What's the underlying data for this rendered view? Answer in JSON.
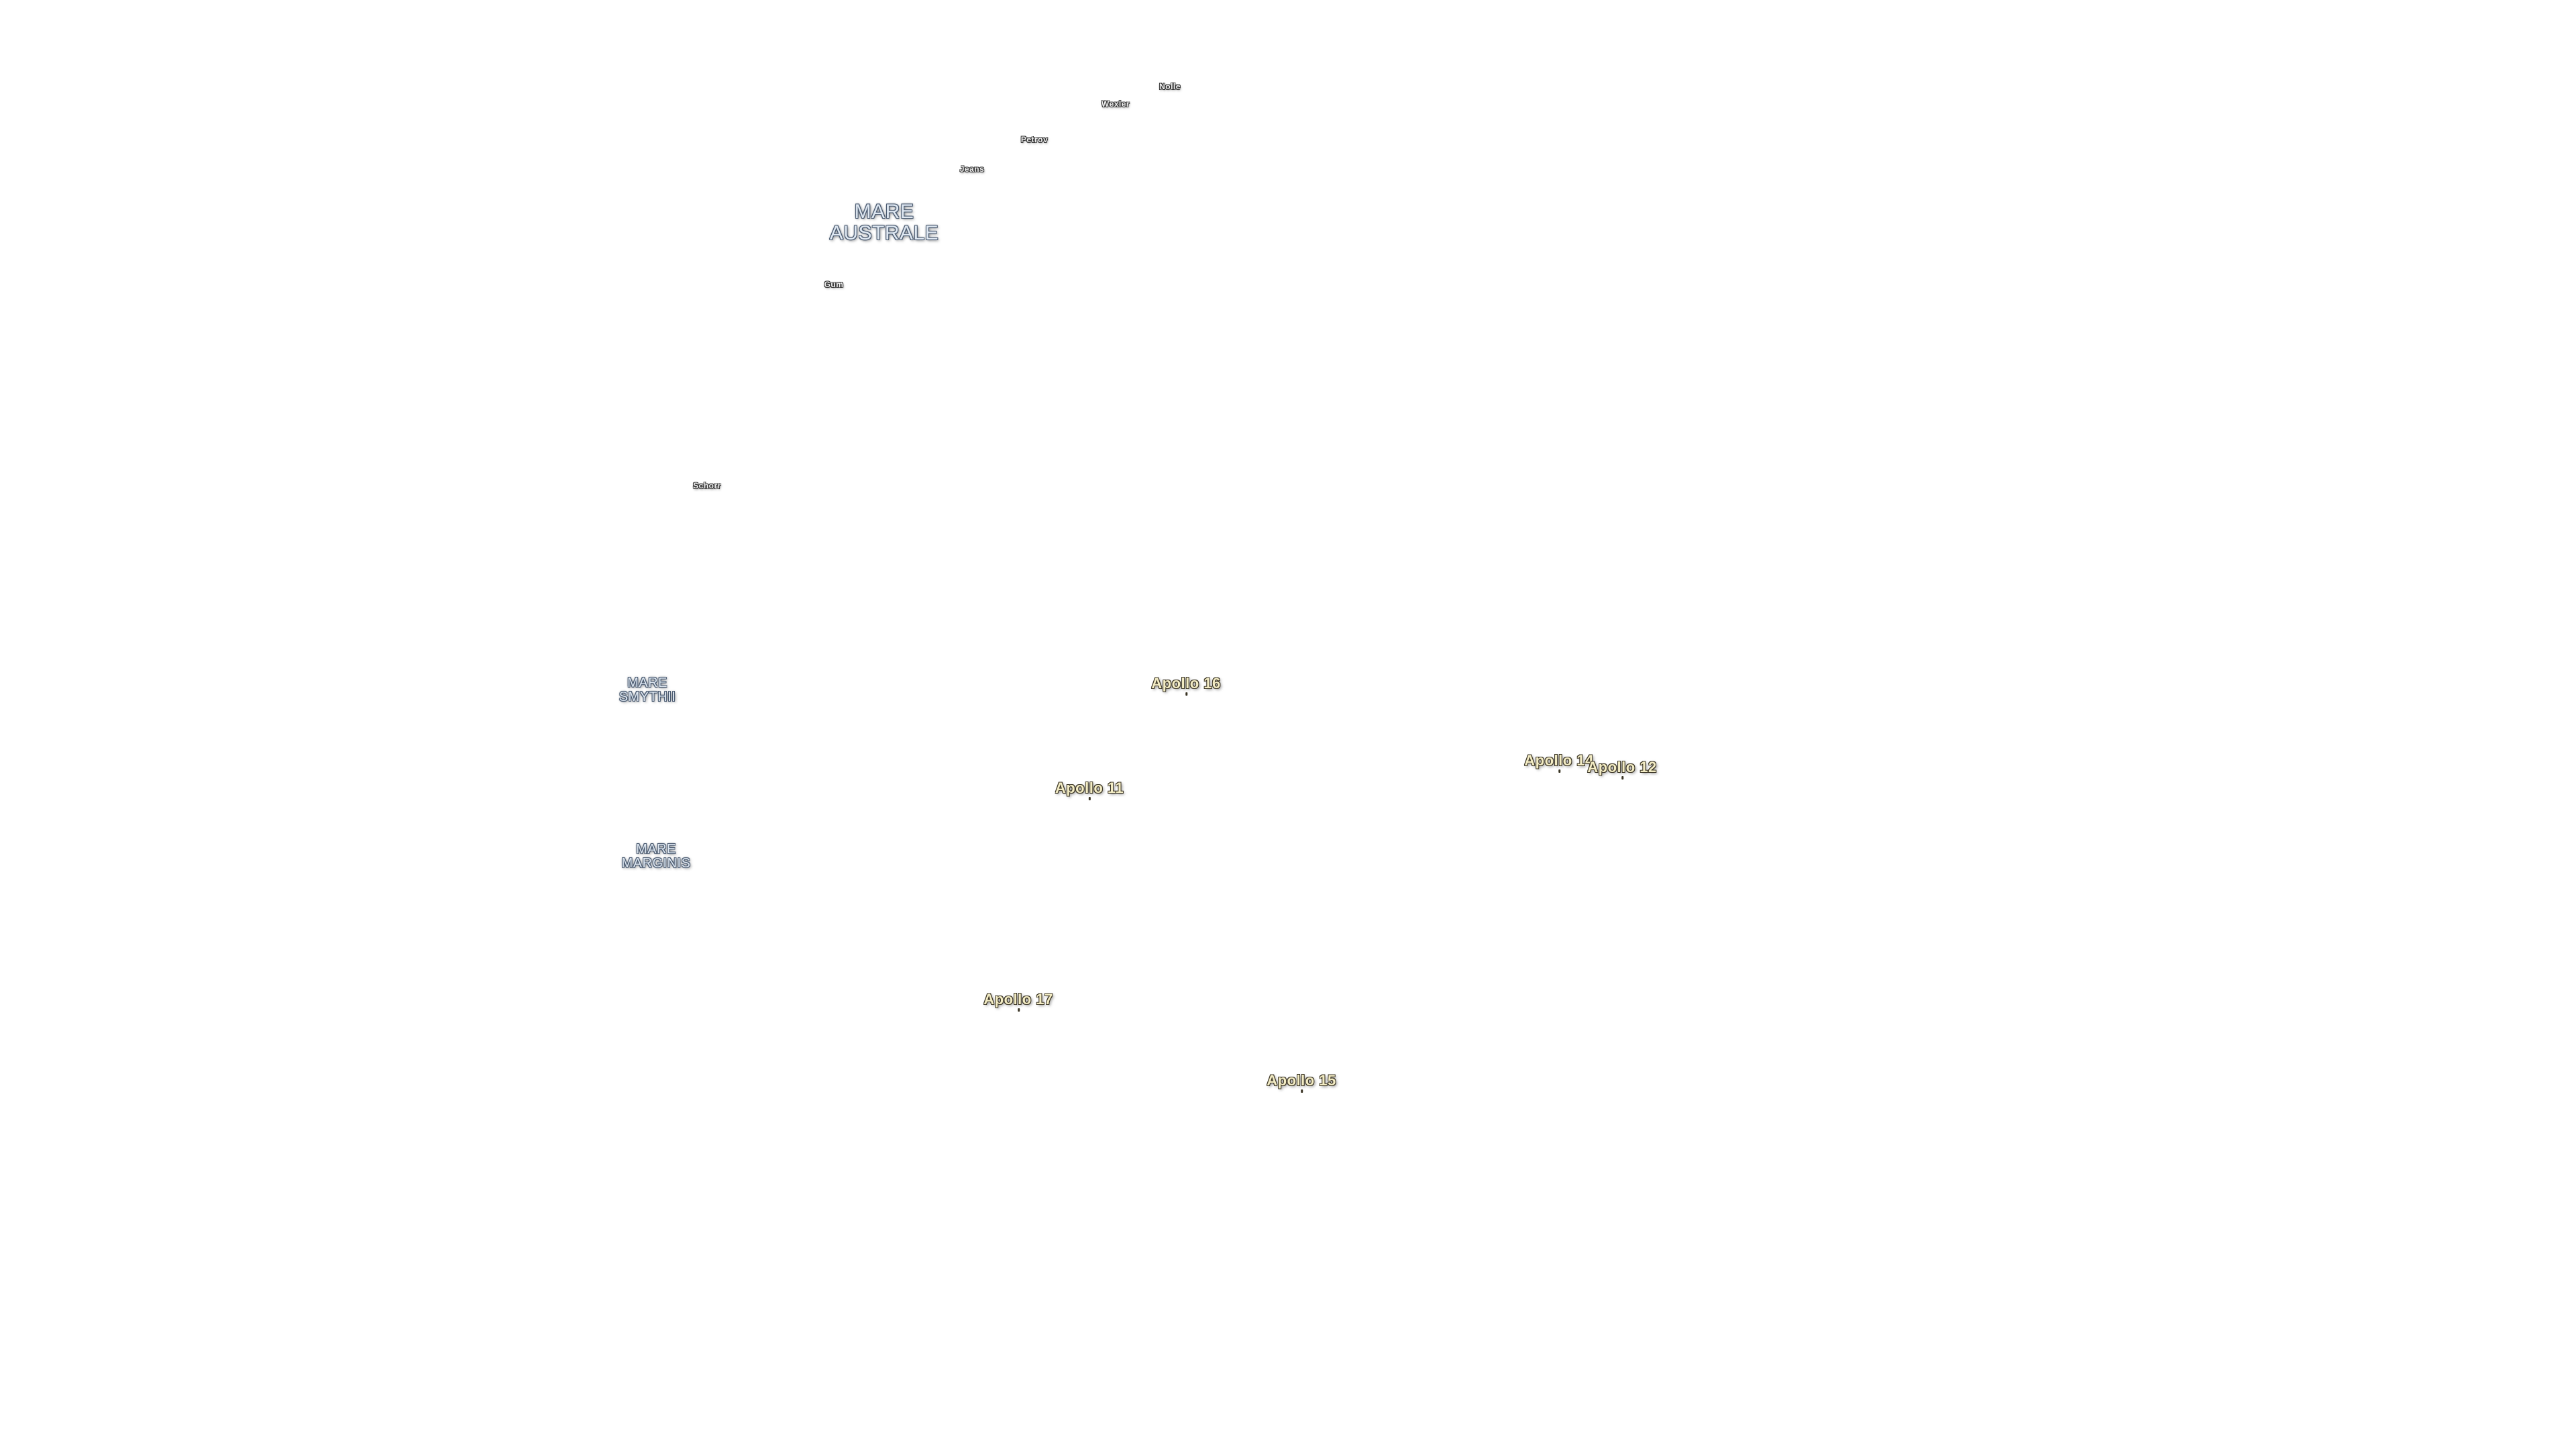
{
  "colors": {
    "background": "#ffffff",
    "mare_text": "#dfe8f2",
    "mare_outline": "#4a5a70",
    "crater_text": "#f2f2f2",
    "apollo_text": "#f3ecc4"
  },
  "maria": {
    "australe": {
      "line1": "MARE",
      "line2": "AUSTRALE"
    },
    "smythii": {
      "line1": "MARE",
      "line2": "SMYTHII"
    },
    "marginis": {
      "line1": "MARE",
      "line2": "MARGINIS"
    }
  },
  "craters": {
    "nolle": "Nolle",
    "wexler": "Wexler",
    "petrov": "Petrov",
    "jeans": "Jeans",
    "gum": "Gum",
    "schorr": "Schorr"
  },
  "apollo_sites": {
    "apollo16": "Apollo 16",
    "apollo14": "Apollo 14",
    "apollo12": "Apollo 12",
    "apollo11": "Apollo 11",
    "apollo17": "Apollo 17",
    "apollo15": "Apollo 15"
  }
}
